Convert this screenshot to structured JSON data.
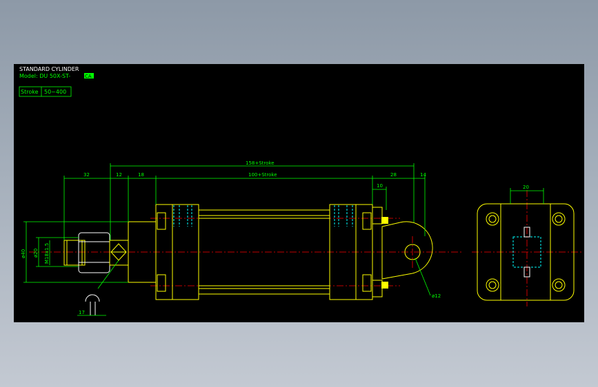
{
  "title_block": {
    "title": "STANDARD CYLINDER",
    "model": "Model: DU 50X-ST-",
    "model_suffix": "CA",
    "stroke_label": "Stroke",
    "stroke_range": "50~400"
  },
  "dimensions": {
    "overall": "158+Stroke",
    "body": "100+Stroke",
    "rod_end": "32",
    "d12": "12",
    "d18": "18",
    "d10": "10",
    "d28": "28",
    "d14": "14",
    "dia40": "ø40",
    "dia20": "ø20",
    "thread": "M18x1.5",
    "pin": "ø12",
    "d17": "17",
    "side_width": "20"
  },
  "colors": {
    "background": "#000000",
    "outline": "#ffff00",
    "dimension": "#00ff00",
    "centerline": "#ff0000",
    "hidden": "#00ffff"
  }
}
